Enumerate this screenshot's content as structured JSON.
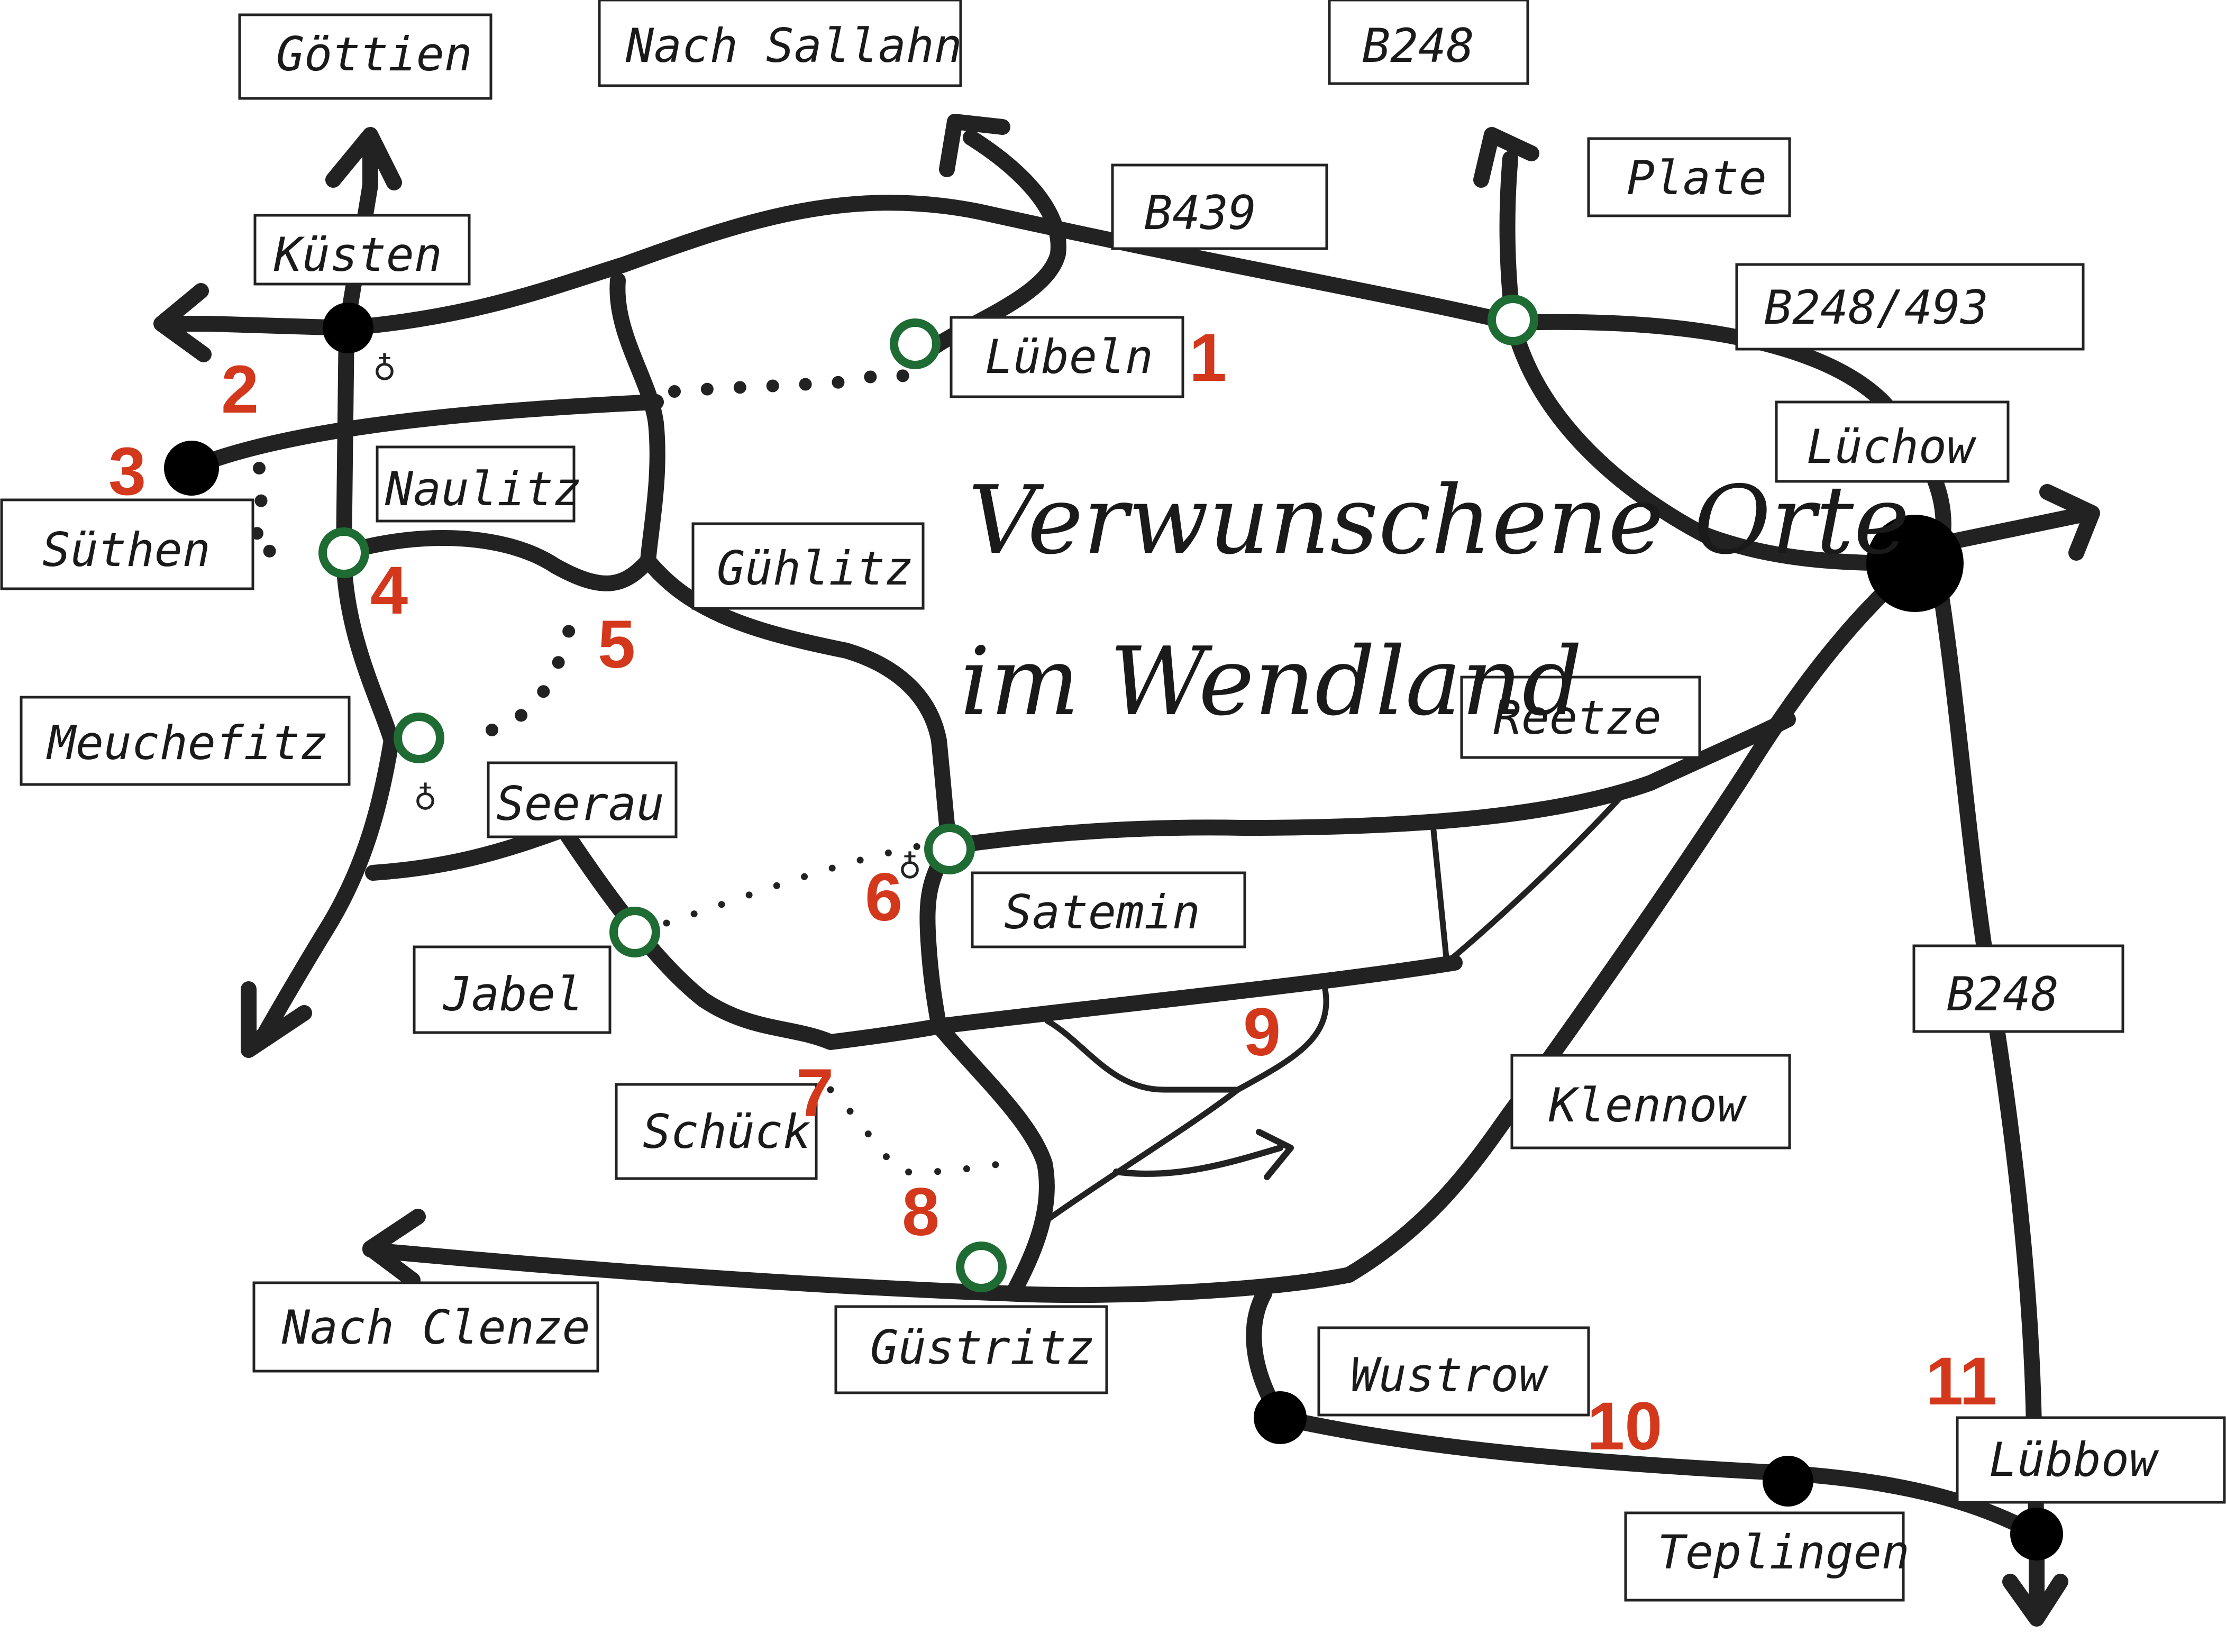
{
  "title": {
    "line1": "Verwunschene Orte",
    "line2": "im Wendland"
  },
  "colors": {
    "road": "#222222",
    "stop_ring": "#1e6b33",
    "number": "#d3381c",
    "town_dot": "#000000"
  },
  "place_labels": {
    "goettien": "Göttien",
    "nach_sallahn": "Nach Sallahn",
    "b248_top": "B248",
    "plate": "Plate",
    "b439": "B439",
    "kuesten": "Küsten",
    "luebeln": "Lübeln",
    "b248_493": "B248/493",
    "luechow": "Lüchow",
    "naulitz": "Naulitz",
    "suethen": "Süthen",
    "guehlitz": "Gühlitz",
    "meuchefitz": "Meuchefitz",
    "reetze": "Reetze",
    "seerau": "Seerau",
    "satemin": "Satemin",
    "jabel": "Jabel",
    "b248_right": "B248",
    "schueck": "Schück",
    "klennow": "Klennow",
    "nach_clenze": "Nach Clenze",
    "guestritz": "Güstritz",
    "wustrow": "Wustrow",
    "luebbow": "Lübbow",
    "teplingen": "Teplingen"
  },
  "stop_numbers": {
    "n1": "1",
    "n2": "2",
    "n3": "3",
    "n4": "4",
    "n5": "5",
    "n6": "6",
    "n7": "7",
    "n8": "8",
    "n9": "9",
    "n10": "10",
    "n11": "11"
  },
  "symbols": {
    "church": "♁"
  }
}
